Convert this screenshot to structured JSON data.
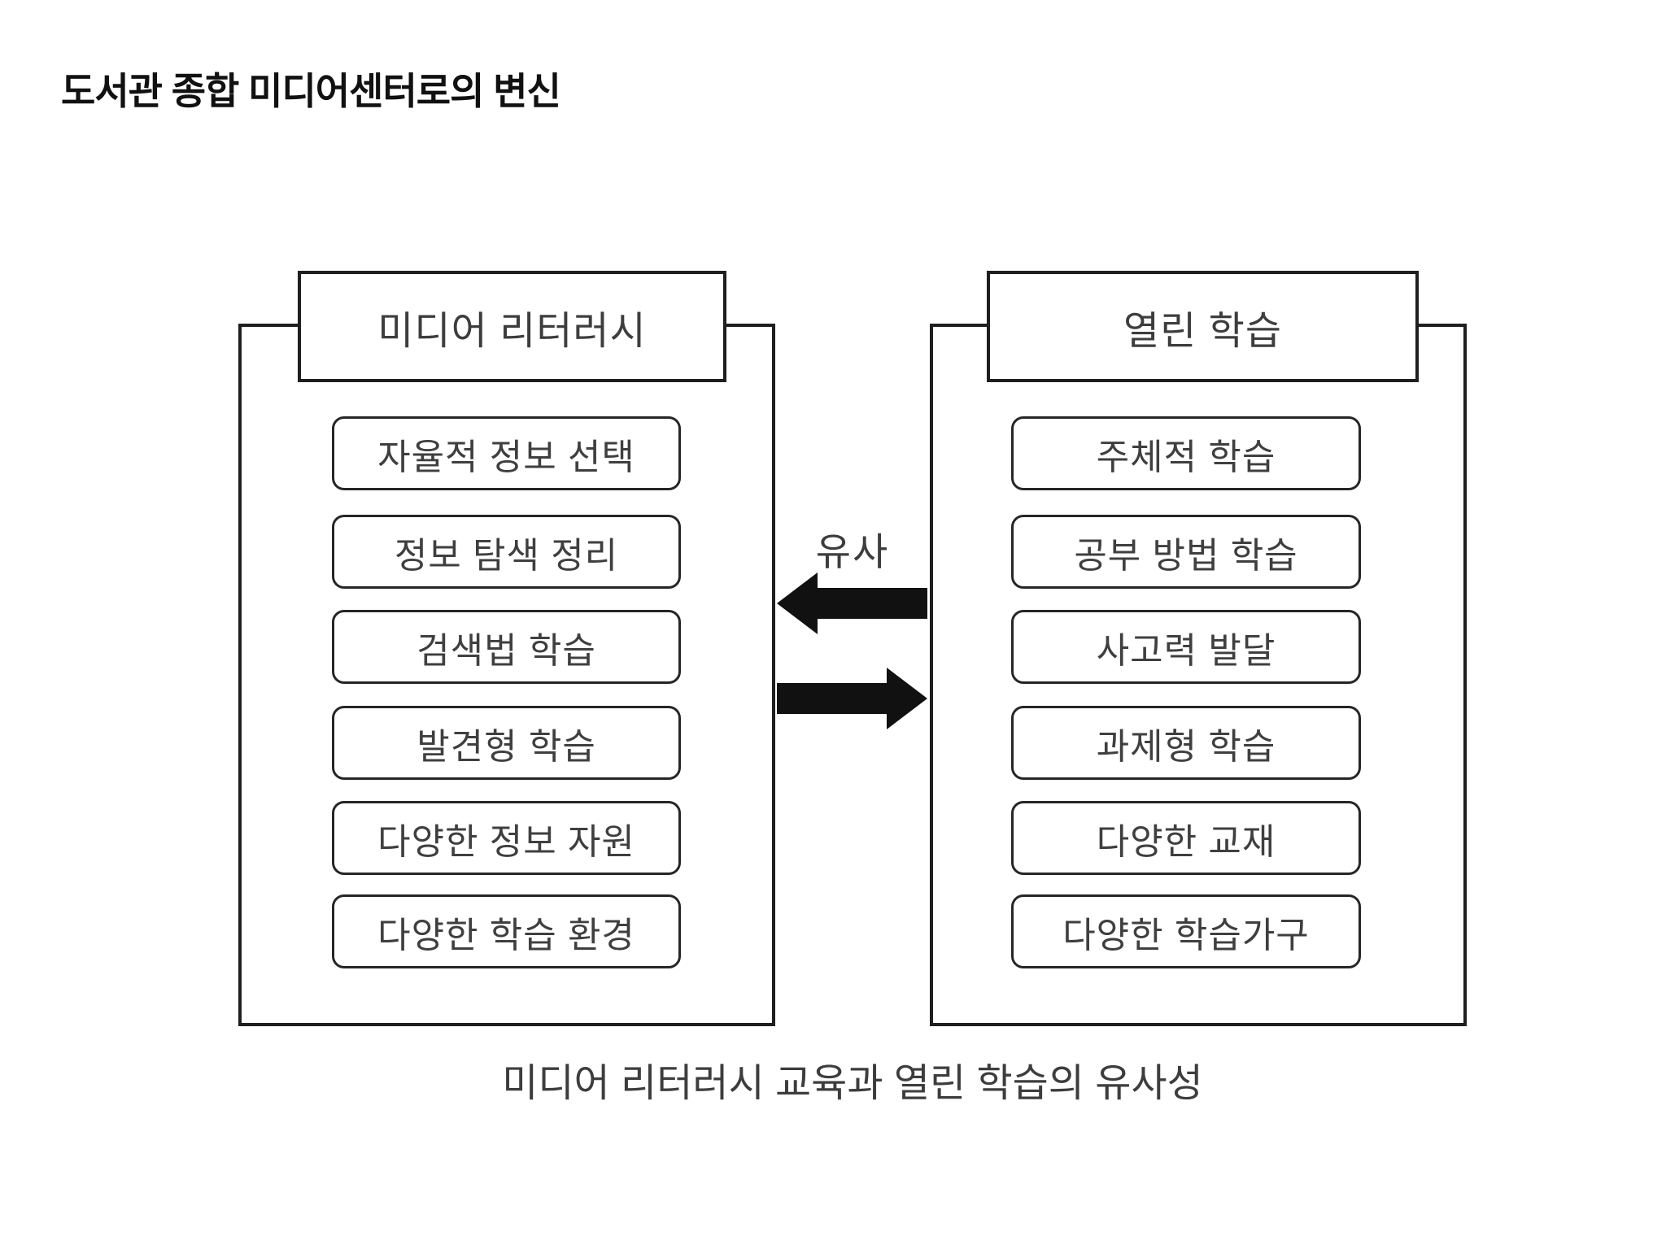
{
  "title": "도서관 종합 미디어센터로의 변신",
  "diagram": {
    "left_panel": {
      "header": "미디어 리터러시",
      "items": [
        "자율적 정보 선택",
        "정보 탐색 정리",
        "검색법 학습",
        "발견형 학습",
        "다양한 정보 자원",
        "다양한 학습 환경"
      ]
    },
    "right_panel": {
      "header": "열린 학습",
      "items": [
        "주체적 학습",
        "공부 방법 학습",
        "사고력 발달",
        "과제형 학습",
        "다양한 교재",
        "다양한 학습가구"
      ]
    },
    "relation_label": "유사",
    "arrows": [
      {
        "direction": "left",
        "from": "열린 학습",
        "to": "미디어 리터러시"
      },
      {
        "direction": "right",
        "from": "미디어 리터러시",
        "to": "열린 학습"
      }
    ]
  },
  "caption": "미디어 리터러시 교육과 열린 학습의 유사성",
  "colors": {
    "background": "#ffffff",
    "box_border": "#1f1f1f",
    "box_text": "#3d3d3d",
    "title_text": "#111111",
    "arrow_fill": "#111111"
  }
}
